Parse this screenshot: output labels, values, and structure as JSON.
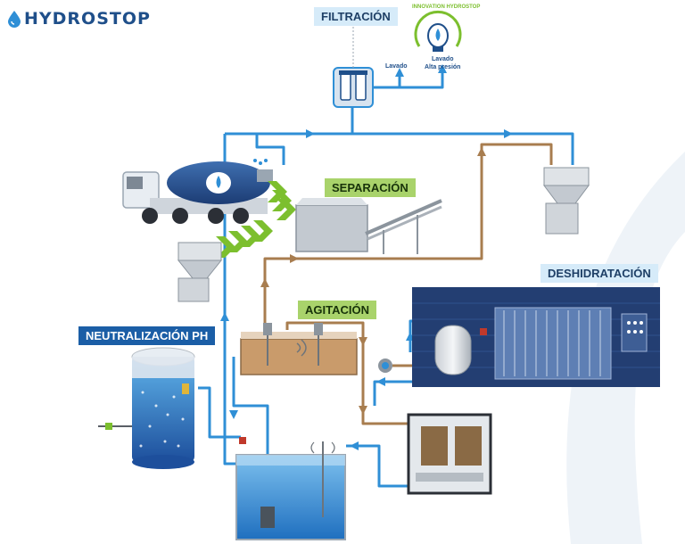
{
  "brand": {
    "name": "HYDROSTOP"
  },
  "labels": {
    "filtracion": "FILTRACIÓN",
    "separacion": "SEPARACIÓN",
    "agitacion": "AGITACIÓN",
    "deshidratacion": "DESHIDRATACIÓN",
    "neutralizacion": "NEUTRALIZACIÓN PH"
  },
  "innovation_badge": {
    "arc_text": "INNOVATION HYDROSTOP"
  },
  "wash": {
    "lavado": "Lavado",
    "lavado_alta_1": "Lavado",
    "lavado_alta_2": "Alta presión"
  },
  "colors": {
    "clean_water": "#2f8fd6",
    "sludge": "#a87d4f",
    "label_blue_light": "#d6ebf9",
    "label_green": "#a9d36b",
    "label_blue_dark": "#1b5ea6",
    "arrow_green": "#7cbf2e",
    "brand_blue": "#1f4f8a"
  }
}
